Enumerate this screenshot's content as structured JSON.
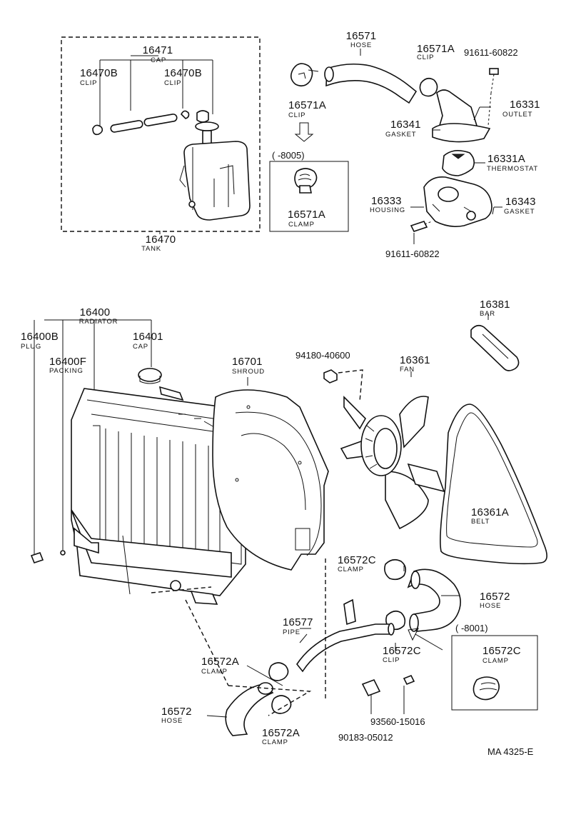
{
  "labels": {
    "tank_cap": {
      "num": "16471",
      "name": "CAP"
    },
    "tank_clip_l": {
      "num": "16470B",
      "name": "CLIP"
    },
    "tank_clip_r": {
      "num": "16470B",
      "name": "CLIP"
    },
    "tank": {
      "num": "16470",
      "name": "TANK"
    },
    "hose_upper": {
      "num": "16571",
      "name": "HOSE"
    },
    "clip_upper_r": {
      "num": "16571A",
      "name": "CLIP"
    },
    "clip_upper_l": {
      "num": "16571A",
      "name": "CLIP"
    },
    "clamp_upper_box": {
      "num": "16571A",
      "name": "CLAMP"
    },
    "bolt_top": {
      "num": "91611-60822"
    },
    "outlet": {
      "num": "16331",
      "name": "OUTLET"
    },
    "gasket_outlet": {
      "num": "16341",
      "name": "GASKET"
    },
    "thermostat": {
      "num": "16331A",
      "name": "THERMOSTAT"
    },
    "housing": {
      "num": "16333",
      "name": "HOUSING"
    },
    "gasket_housing": {
      "num": "16343",
      "name": "GASKET"
    },
    "bolt_bottom": {
      "num": "91611-60822"
    },
    "radiator": {
      "num": "16400",
      "name": "RADIATOR"
    },
    "plug": {
      "num": "16400B",
      "name": "PLUG"
    },
    "packing": {
      "num": "16400F",
      "name": "PACKING"
    },
    "rad_cap": {
      "num": "16401",
      "name": "CAP"
    },
    "shroud": {
      "num": "16701",
      "name": "SHROUD"
    },
    "nut": {
      "num": "94180-40600"
    },
    "fan": {
      "num": "16361",
      "name": "FAN"
    },
    "bar": {
      "num": "16381",
      "name": "BAR"
    },
    "belt": {
      "num": "16361A",
      "name": "BELT"
    },
    "clamp_lower_r": {
      "num": "16572C",
      "name": "CLAMP"
    },
    "hose_lower_r": {
      "num": "16572",
      "name": "HOSE"
    },
    "pipe": {
      "num": "16577",
      "name": "PIPE"
    },
    "clip_lower": {
      "num": "16572C",
      "name": "CLIP"
    },
    "clamp_lower_box": {
      "num": "16572C",
      "name": "CLAMP"
    },
    "clamp_lower_a": {
      "num": "16572A",
      "name": "CLAMP"
    },
    "hose_lower_l": {
      "num": "16572",
      "name": "HOSE"
    },
    "clamp_lower_a2": {
      "num": "16572A",
      "name": "CLAMP"
    },
    "bolt_pipe": {
      "num": "93560-15016"
    },
    "bracket_bolt": {
      "num": "90183-05012"
    }
  },
  "box_upper": {
    "range": "(        -8005)"
  },
  "box_lower": {
    "range": "(        -8001)"
  },
  "footer": {
    "ref": "MA 4325-E"
  }
}
